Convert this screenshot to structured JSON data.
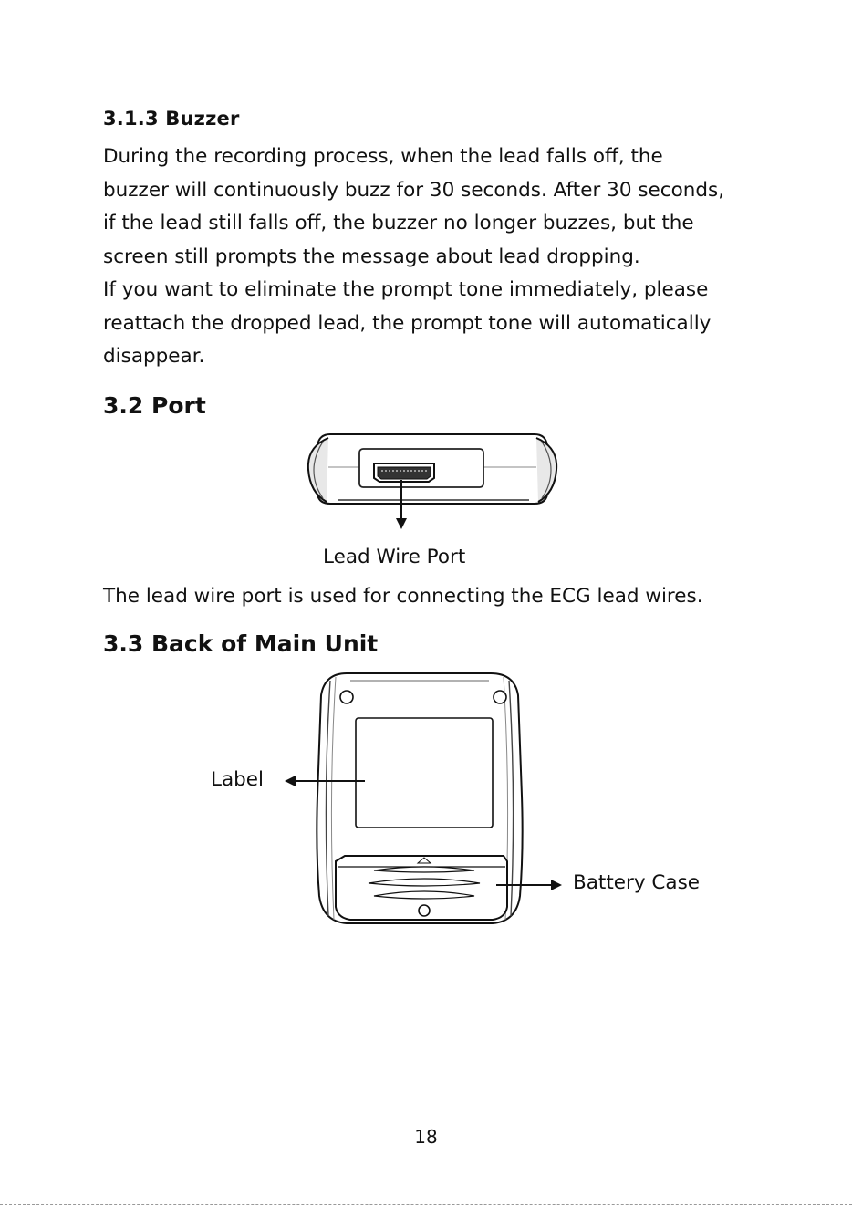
{
  "section_313": {
    "heading": "3.1.3 Buzzer",
    "lines": [
      "During the recording process, when the lead falls off, the",
      "buzzer will continuously buzz for 30 seconds. After 30 seconds,",
      "if the lead still falls off, the buzzer no longer buzzes, but the",
      "screen still prompts the message about lead dropping.",
      "If you want to eliminate the prompt tone immediately, please",
      "reattach the dropped lead, the prompt tone will automatically",
      "disappear."
    ]
  },
  "section_32": {
    "heading": "3.2 Port",
    "figure_caption": "Lead Wire Port",
    "description": "The lead wire port is used for connecting the ECG lead wires."
  },
  "section_33": {
    "heading": "3.3 Back of Main Unit",
    "label_callout": "Label",
    "battery_callout": "Battery Case"
  },
  "page_number": "18"
}
